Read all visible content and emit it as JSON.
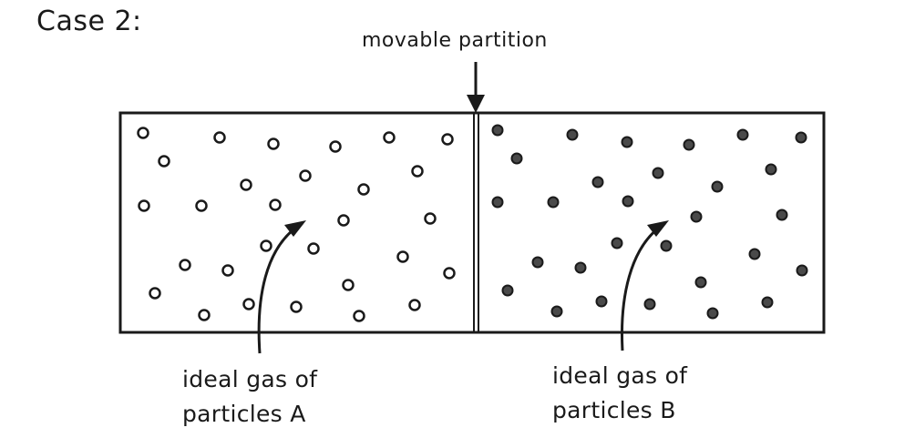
{
  "title": "Case 2:",
  "partition_label": "movable partition",
  "gas_a": {
    "label_line1": "ideal gas of",
    "label_line2": "particles A",
    "particle_style": "open-circle"
  },
  "gas_b": {
    "label_line1": "ideal gas of",
    "label_line2": "particles B",
    "particle_style": "filled-circle"
  },
  "colors": {
    "stroke": "#1a1a1a",
    "particle_b_fill": "#4a4a4a",
    "background": "#ffffff"
  }
}
